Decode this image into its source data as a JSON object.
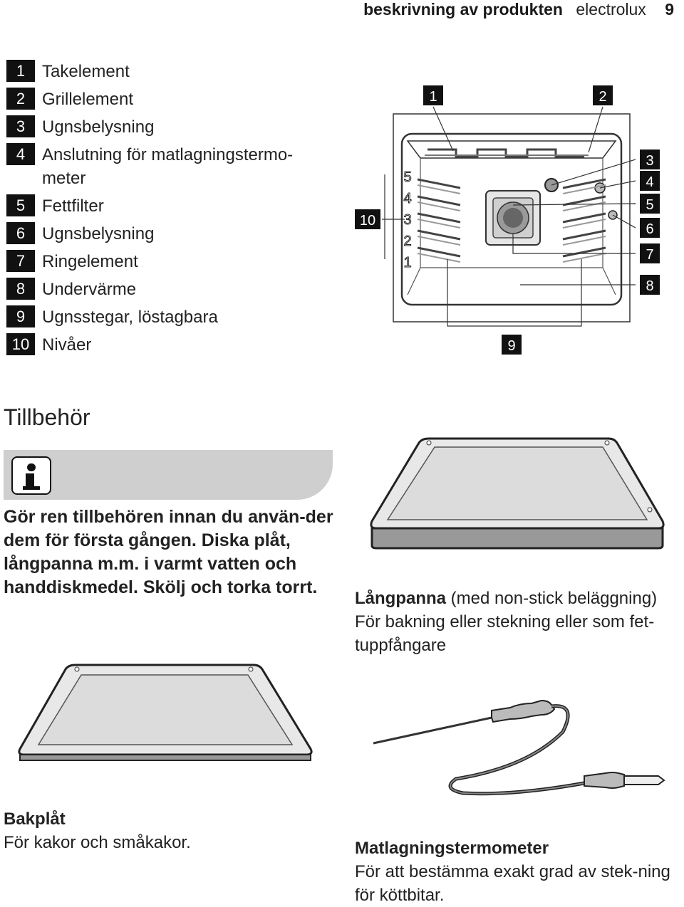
{
  "header": {
    "section": "beskrivning av produkten",
    "brand": "electrolux",
    "page": "9"
  },
  "legend": [
    {
      "num": "1",
      "text": "Takelement"
    },
    {
      "num": "2",
      "text": "Grillelement"
    },
    {
      "num": "3",
      "text": "Ugnsbelysning"
    },
    {
      "num": "4",
      "text": "Anslutning för matlagningstermo-meter"
    },
    {
      "num": "5",
      "text": "Fettfilter"
    },
    {
      "num": "6",
      "text": "Ugnsbelysning"
    },
    {
      "num": "7",
      "text": "Ringelement"
    },
    {
      "num": "8",
      "text": "Undervärme"
    },
    {
      "num": "9",
      "text": "Ugnsstegar, löstagbara"
    },
    {
      "num": "10",
      "text": "Nivåer"
    }
  ],
  "diagram": {
    "callouts": [
      "1",
      "2",
      "3",
      "4",
      "5",
      "6",
      "7",
      "8",
      "9",
      "10"
    ],
    "levels": [
      "5",
      "4",
      "3",
      "2",
      "1"
    ]
  },
  "accessories": {
    "title": "Tillbehör",
    "info_text": "Gör ren tillbehören innan du använ-der dem för första gången. Diska plåt, långpanna m.m. i varmt vatten och handdiskmedel. Skölj och torka torrt.",
    "deep_pan": {
      "name": "Långpanna",
      "note": " (med non-stick beläggning)",
      "desc": "För bakning eller stekning eller som fet-tuppfångare"
    },
    "baking_tray": {
      "name": "Bakplåt",
      "desc": "För kakor och småkakor."
    },
    "thermometer": {
      "name": "Matlagningstermometer",
      "desc": "För att bestämma exakt grad av stek-ning för köttbitar."
    }
  }
}
